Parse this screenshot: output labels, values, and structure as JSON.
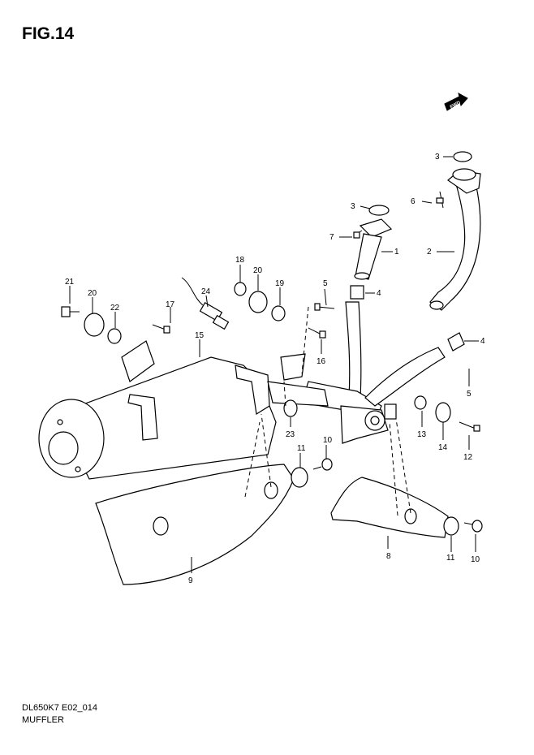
{
  "figure_title": "FIG.14",
  "footer_code": "DL650K7 E02_014",
  "footer_name": "MUFFLER",
  "fwd_label": "FWD",
  "callouts": [
    "1",
    "2",
    "3",
    "3",
    "4",
    "4",
    "5",
    "5",
    "6",
    "7",
    "8",
    "9",
    "10",
    "10",
    "11",
    "11",
    "12",
    "13",
    "14",
    "15",
    "16",
    "17",
    "18",
    "19",
    "20",
    "20",
    "21",
    "22",
    "23",
    "24"
  ]
}
